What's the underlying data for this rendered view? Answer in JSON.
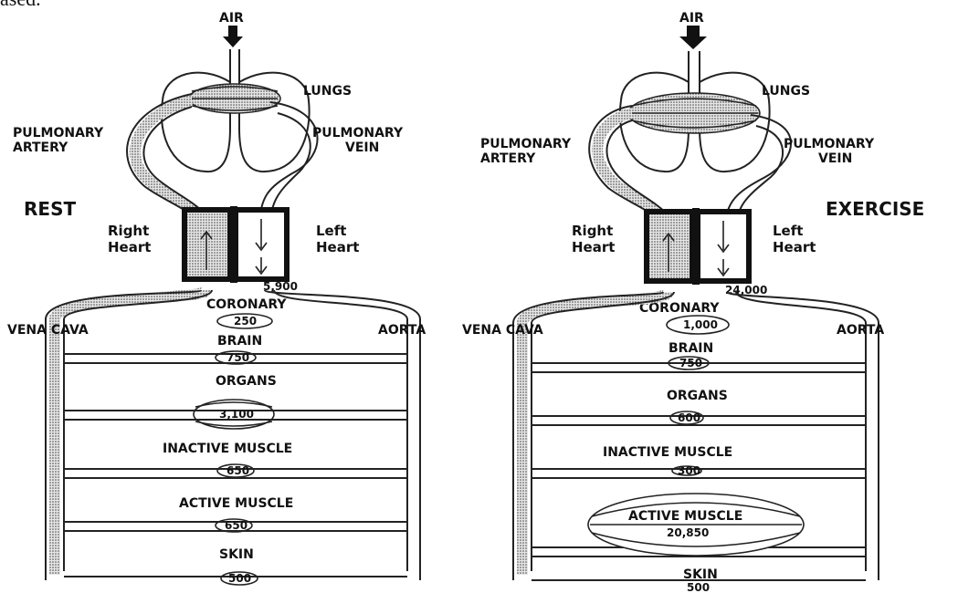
{
  "top_fragment": "ased.",
  "panels": [
    {
      "condition": "REST",
      "air": "AIR",
      "lungs": "LUNGS",
      "pulmonary_artery": [
        "PULMONARY",
        "ARTERY"
      ],
      "pulmonary_vein": [
        "PULMONARY",
        "VEIN"
      ],
      "right_heart": [
        "Right",
        "Heart"
      ],
      "left_heart": [
        "Left",
        "Heart"
      ],
      "cardiac_output": "5,900",
      "coronary": "CORONARY",
      "coronary_flow": "250",
      "vena_cava": "VENA CAVA",
      "aorta": "AORTA",
      "brain": "BRAIN",
      "brain_flow": "750",
      "organs": "ORGANS",
      "organs_flow": "3,100",
      "inactive_muscle": "INACTIVE MUSCLE",
      "inactive_muscle_flow": "650",
      "active_muscle": "ACTIVE MUSCLE",
      "active_muscle_flow": "650",
      "skin": "SKIN",
      "skin_flow": "500"
    },
    {
      "condition": "EXERCISE",
      "air": "AIR",
      "lungs": "LUNGS",
      "pulmonary_artery": [
        "PULMONARY",
        "ARTERY"
      ],
      "pulmonary_vein": [
        "PULMONARY",
        "VEIN"
      ],
      "right_heart": [
        "Right",
        "Heart"
      ],
      "left_heart": [
        "Left",
        "Heart"
      ],
      "cardiac_output": "24,000",
      "coronary": "CORONARY",
      "coronary_flow": "1,000",
      "vena_cava": "VENA CAVA",
      "aorta": "AORTA",
      "brain": "BRAIN",
      "brain_flow": "750",
      "organs": "ORGANS",
      "organs_flow": "600",
      "inactive_muscle": "INACTIVE MUSCLE",
      "inactive_muscle_flow": "300",
      "active_muscle": "ACTIVE MUSCLE",
      "active_muscle_flow": "20,850",
      "skin": "SKIN",
      "skin_flow": "500"
    }
  ]
}
